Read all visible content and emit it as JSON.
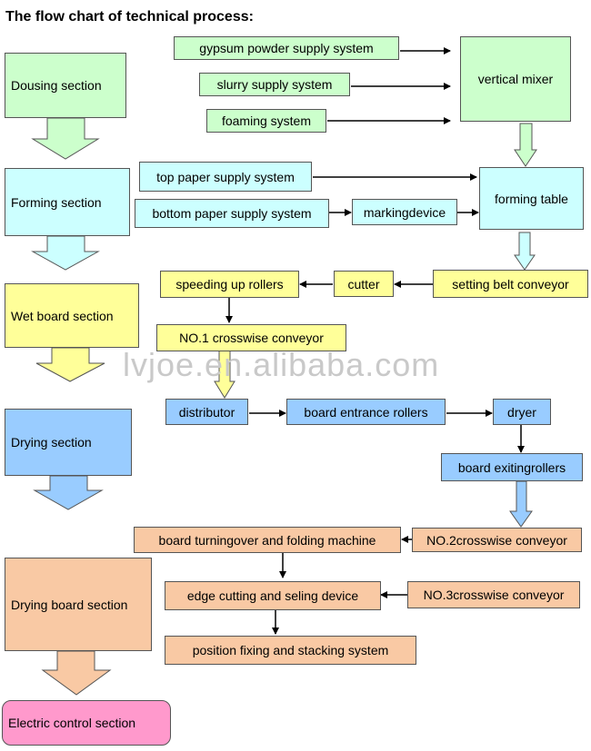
{
  "title": "The flow chart of technical process:",
  "watermark": "lvjoe.en.alibaba.com",
  "sections": {
    "dousing": "Dousing section",
    "forming": "Forming section",
    "wet_board": "Wet board section",
    "drying": "Drying section",
    "drying_board": "Drying board section",
    "electric_control": "Electric control section"
  },
  "nodes": {
    "gypsum": "gypsum powder supply system",
    "slurry": "slurry supply system",
    "foaming": "foaming system",
    "vertical_mixer": "vertical mixer",
    "top_paper": "top paper supply system",
    "bottom_paper": "bottom paper supply system",
    "marking": "markingdevice",
    "forming_table": "forming table",
    "setting_belt": "setting belt conveyor",
    "cutter": "cutter",
    "speeding_rollers": "speeding up rollers",
    "crosswise1": "NO.1 crosswise conveyor",
    "distributor": "distributor",
    "entrance_rollers": "board entrance rollers",
    "dryer": "dryer",
    "exiting_rollers": "board exitingrollers",
    "crosswise2": "NO.2crosswise conveyor",
    "turning_folding": "board turningover and folding machine",
    "edge_cutting": "edge cutting and seling device",
    "crosswise3": "NO.3crosswise conveyor",
    "position_fixing": "position fixing and stacking system"
  },
  "colors": {
    "green": "#ccffcc",
    "cyan": "#ccffff",
    "yellow": "#ffff99",
    "blue": "#99ccff",
    "peach": "#f9c9a4",
    "pink": "#ff99cc"
  }
}
